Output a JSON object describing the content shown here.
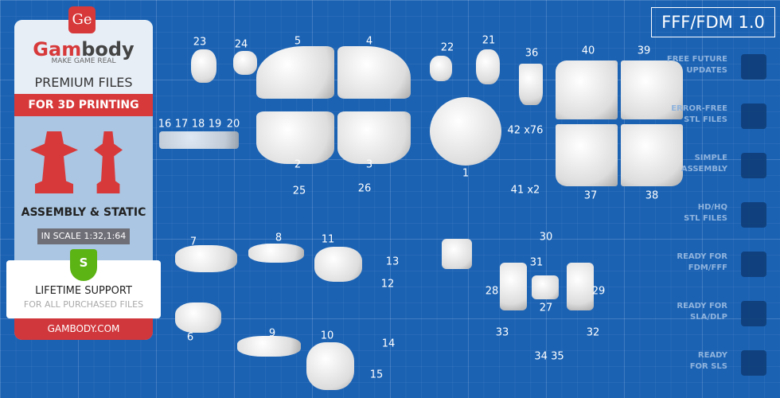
{
  "brand": {
    "logo": "Ge",
    "name_a": "Gam",
    "name_b": "body",
    "tagline": "MAKE GAME REAL",
    "premium": "PREMIUM FILES",
    "for3d": "FOR 3D PRINTING",
    "assembly": "ASSEMBLY & STATIC",
    "scale": "IN SCALE 1:32,1:64",
    "support_title": "LIFETIME SUPPORT",
    "support_sub": "FOR ALL PURCHASED FILES",
    "shield": "S",
    "site": "GAMBODY.COM",
    "accent": "#d7393a"
  },
  "version": "FFF/FDM 1.0",
  "features": [
    {
      "line1": "FREE FUTURE",
      "line2": "UPDATES",
      "icon": "sync-icon"
    },
    {
      "line1": "ERROR-FREE",
      "line2": "STL FILES",
      "icon": "file-check-icon"
    },
    {
      "line1": "SIMPLE",
      "line2": "ASSEMBLY",
      "icon": "puzzle-icon"
    },
    {
      "line1": "HD/HQ",
      "line2": "STL FILES",
      "icon": "ironman-icon"
    },
    {
      "line1": "READY FOR",
      "line2": "FDM/FFF",
      "icon": "fdm-printer-icon"
    },
    {
      "line1": "READY FOR",
      "line2": "SLA/DLP",
      "icon": "sla-printer-icon"
    },
    {
      "line1": "READY",
      "line2": "FOR SLS",
      "icon": "sls-printer-icon"
    }
  ],
  "part_labels": [
    "23",
    "24",
    "5",
    "4",
    "22",
    "21",
    "36",
    "40",
    "39",
    "16",
    "17",
    "18",
    "19",
    "20",
    "42 x76",
    "1",
    "41 x2",
    "2",
    "3",
    "25",
    "26",
    "37",
    "38",
    "7",
    "8",
    "11",
    "13",
    "12",
    "30",
    "31",
    "28",
    "27",
    "29",
    "6",
    "9",
    "10",
    "14",
    "15",
    "33",
    "32",
    "34 35"
  ]
}
